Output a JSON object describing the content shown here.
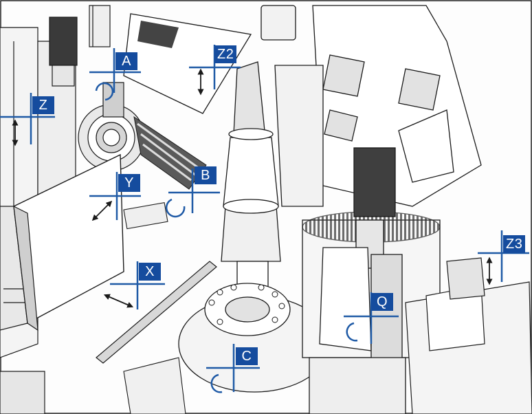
{
  "colors": {
    "label_bg": "#154c9e",
    "marker": "#1f5aa6",
    "line_art": "#1a1a1a",
    "shade_dark": "#5a5a5a",
    "shade_light": "#d8d8d8",
    "background": "#fdfdfd"
  },
  "axes": [
    {
      "id": "a",
      "label": "A",
      "motion": "rotary"
    },
    {
      "id": "z2",
      "label": "Z2",
      "motion": "linear"
    },
    {
      "id": "z",
      "label": "Z",
      "motion": "linear"
    },
    {
      "id": "b",
      "label": "B",
      "motion": "rotary"
    },
    {
      "id": "y",
      "label": "Y",
      "motion": "linear"
    },
    {
      "id": "x",
      "label": "X",
      "motion": "linear"
    },
    {
      "id": "z3",
      "label": "Z3",
      "motion": "linear"
    },
    {
      "id": "q",
      "label": "Q",
      "motion": "rotary"
    },
    {
      "id": "c",
      "label": "C",
      "motion": "rotary"
    }
  ]
}
